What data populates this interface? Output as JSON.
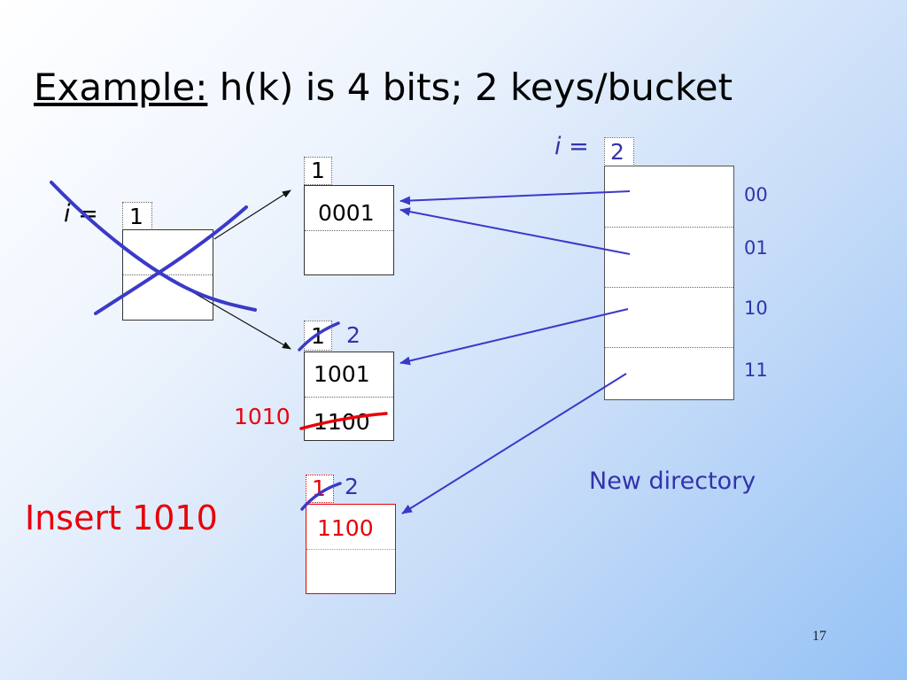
{
  "title": {
    "emphasis": "Example:",
    "text": "h(k) is 4 bits; 2 keys/bucket"
  },
  "old_directory": {
    "label": "i =",
    "depth": "1"
  },
  "new_directory": {
    "label": "i =",
    "depth": "2",
    "caption": "New directory",
    "entries": [
      "00",
      "01",
      "10",
      "11"
    ]
  },
  "bucket_a": {
    "depth": "1",
    "keys": [
      "0001",
      ""
    ]
  },
  "bucket_b": {
    "old_depth": "1",
    "new_depth": "2",
    "keys": [
      "1001",
      "1100"
    ],
    "inserted_label": "1010"
  },
  "bucket_c": {
    "old_depth": "1",
    "new_depth": "2",
    "keys": [
      "1100",
      ""
    ]
  },
  "operation": "Insert 1010",
  "page_number": "17",
  "colors": {
    "pen": "#3a3ac8",
    "red": "#e8000a",
    "text_blue": "#3333aa"
  }
}
